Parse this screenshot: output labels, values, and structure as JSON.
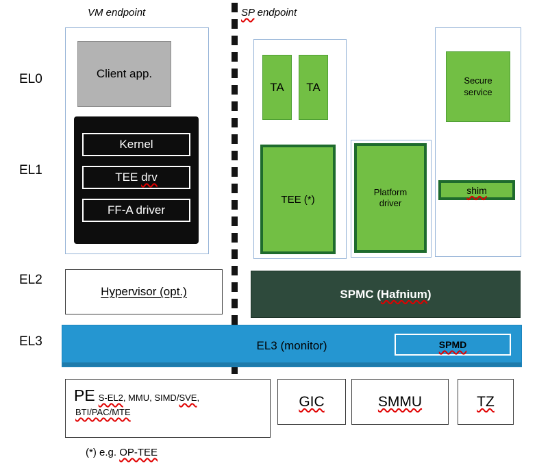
{
  "header": {
    "vm_endpoint": "VM endpoint",
    "sp_prefix": "SP",
    "sp_suffix": " endpoint"
  },
  "el_labels": {
    "el0": "EL0",
    "el1": "EL1",
    "el2": "EL2",
    "el3": "EL3"
  },
  "vm": {
    "client_app": "Client app.",
    "kernel": "Kernel",
    "tee_prefix": "TEE ",
    "tee_term": "drv",
    "ffa_driver": "FF-A driver"
  },
  "sp": {
    "ta1": "TA",
    "ta2": "TA",
    "tee": "TEE (*)",
    "platform_driver": "Platform driver",
    "secure_service": "Secure service",
    "shim": "shim"
  },
  "el2": {
    "hypervisor": "Hypervisor (opt.)",
    "spmc_prefix": "SPMC (",
    "spmc_term": "Hafnium",
    "spmc_suffix": ")"
  },
  "el3": {
    "monitor": "EL3 (monitor)",
    "spmd": "SPMD"
  },
  "hw": {
    "pe": "PE",
    "pe_d1": "S-EL2",
    "pe_d2": ", MMU, SIMD/",
    "pe_d3": "SVE",
    "pe_d4": ",",
    "pe_d5": "BTI/PAC/MTE",
    "gic": "GIC",
    "smmu": "SMMU",
    "tz": "TZ"
  },
  "footnote": {
    "prefix": "(*) e.g. ",
    "term": "OP-TEE"
  },
  "colors": {
    "green_fill": "#72bf44",
    "green_border_thin": "#4d9e33",
    "green_border_dark": "#1e6b2d",
    "spmc_fill": "#2e4a3c",
    "blue_fill": "#2596d1",
    "light_blue_border": "#95b3d7",
    "gray_fill": "#b3b3b3",
    "gray_border": "#8c8c8c",
    "black_panel": "#0d0d0d",
    "squiggle_red": "#e00000"
  }
}
